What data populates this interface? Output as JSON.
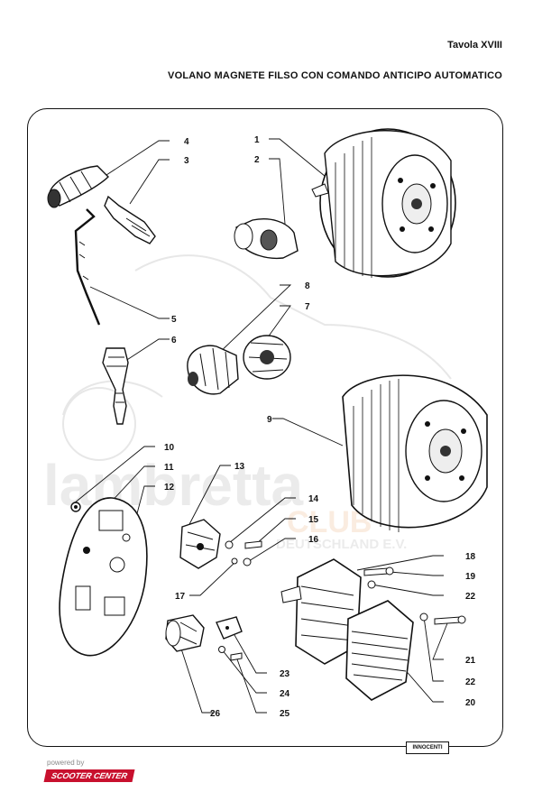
{
  "header": {
    "plate": "Tavola XVIII",
    "title": "VOLANO MAGNETE FILSO CON COMANDO ANTICIPO AUTOMATICO"
  },
  "watermark": {
    "brand": "lambretta",
    "club": "CLUB",
    "country": "DEUTSCHLAND E.V."
  },
  "callouts": {
    "c1": "1",
    "c2": "2",
    "c3": "3",
    "c4": "4",
    "c5": "5",
    "c6": "6",
    "c7": "7",
    "c8": "8",
    "c9": "9",
    "c10": "10",
    "c11": "11",
    "c12": "12",
    "c13": "13",
    "c14": "14",
    "c15": "15",
    "c16": "16",
    "c17": "17",
    "c18": "18",
    "c19": "19",
    "c20": "20",
    "c21": "21",
    "c22a": "22",
    "c22b": "22",
    "c23": "23",
    "c24": "24",
    "c25": "25",
    "c26": "26"
  },
  "footer": {
    "powered": "powered by",
    "sponsor": "SCOOTER CENTER",
    "brand": "INNOCENTI"
  }
}
